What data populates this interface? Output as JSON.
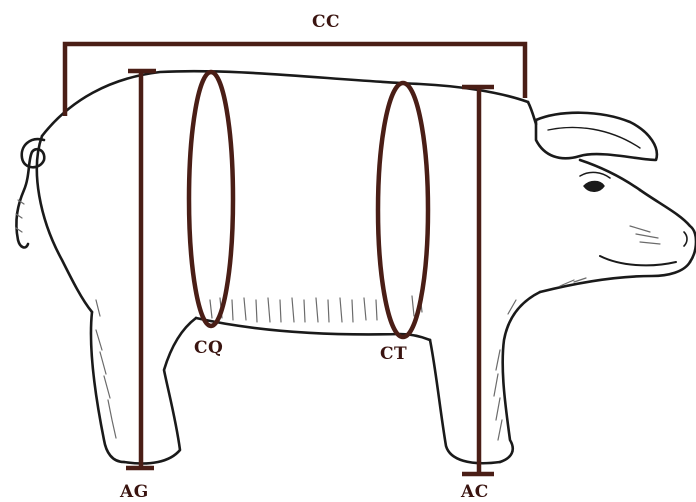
{
  "labels": {
    "cc": "CC",
    "cq": "CQ",
    "ct": "CT",
    "ag": "AG",
    "ac": "AC"
  },
  "colors": {
    "measure": "#4a1e16",
    "outline": "#1a1a1a",
    "shade": "#6b6b6b"
  }
}
